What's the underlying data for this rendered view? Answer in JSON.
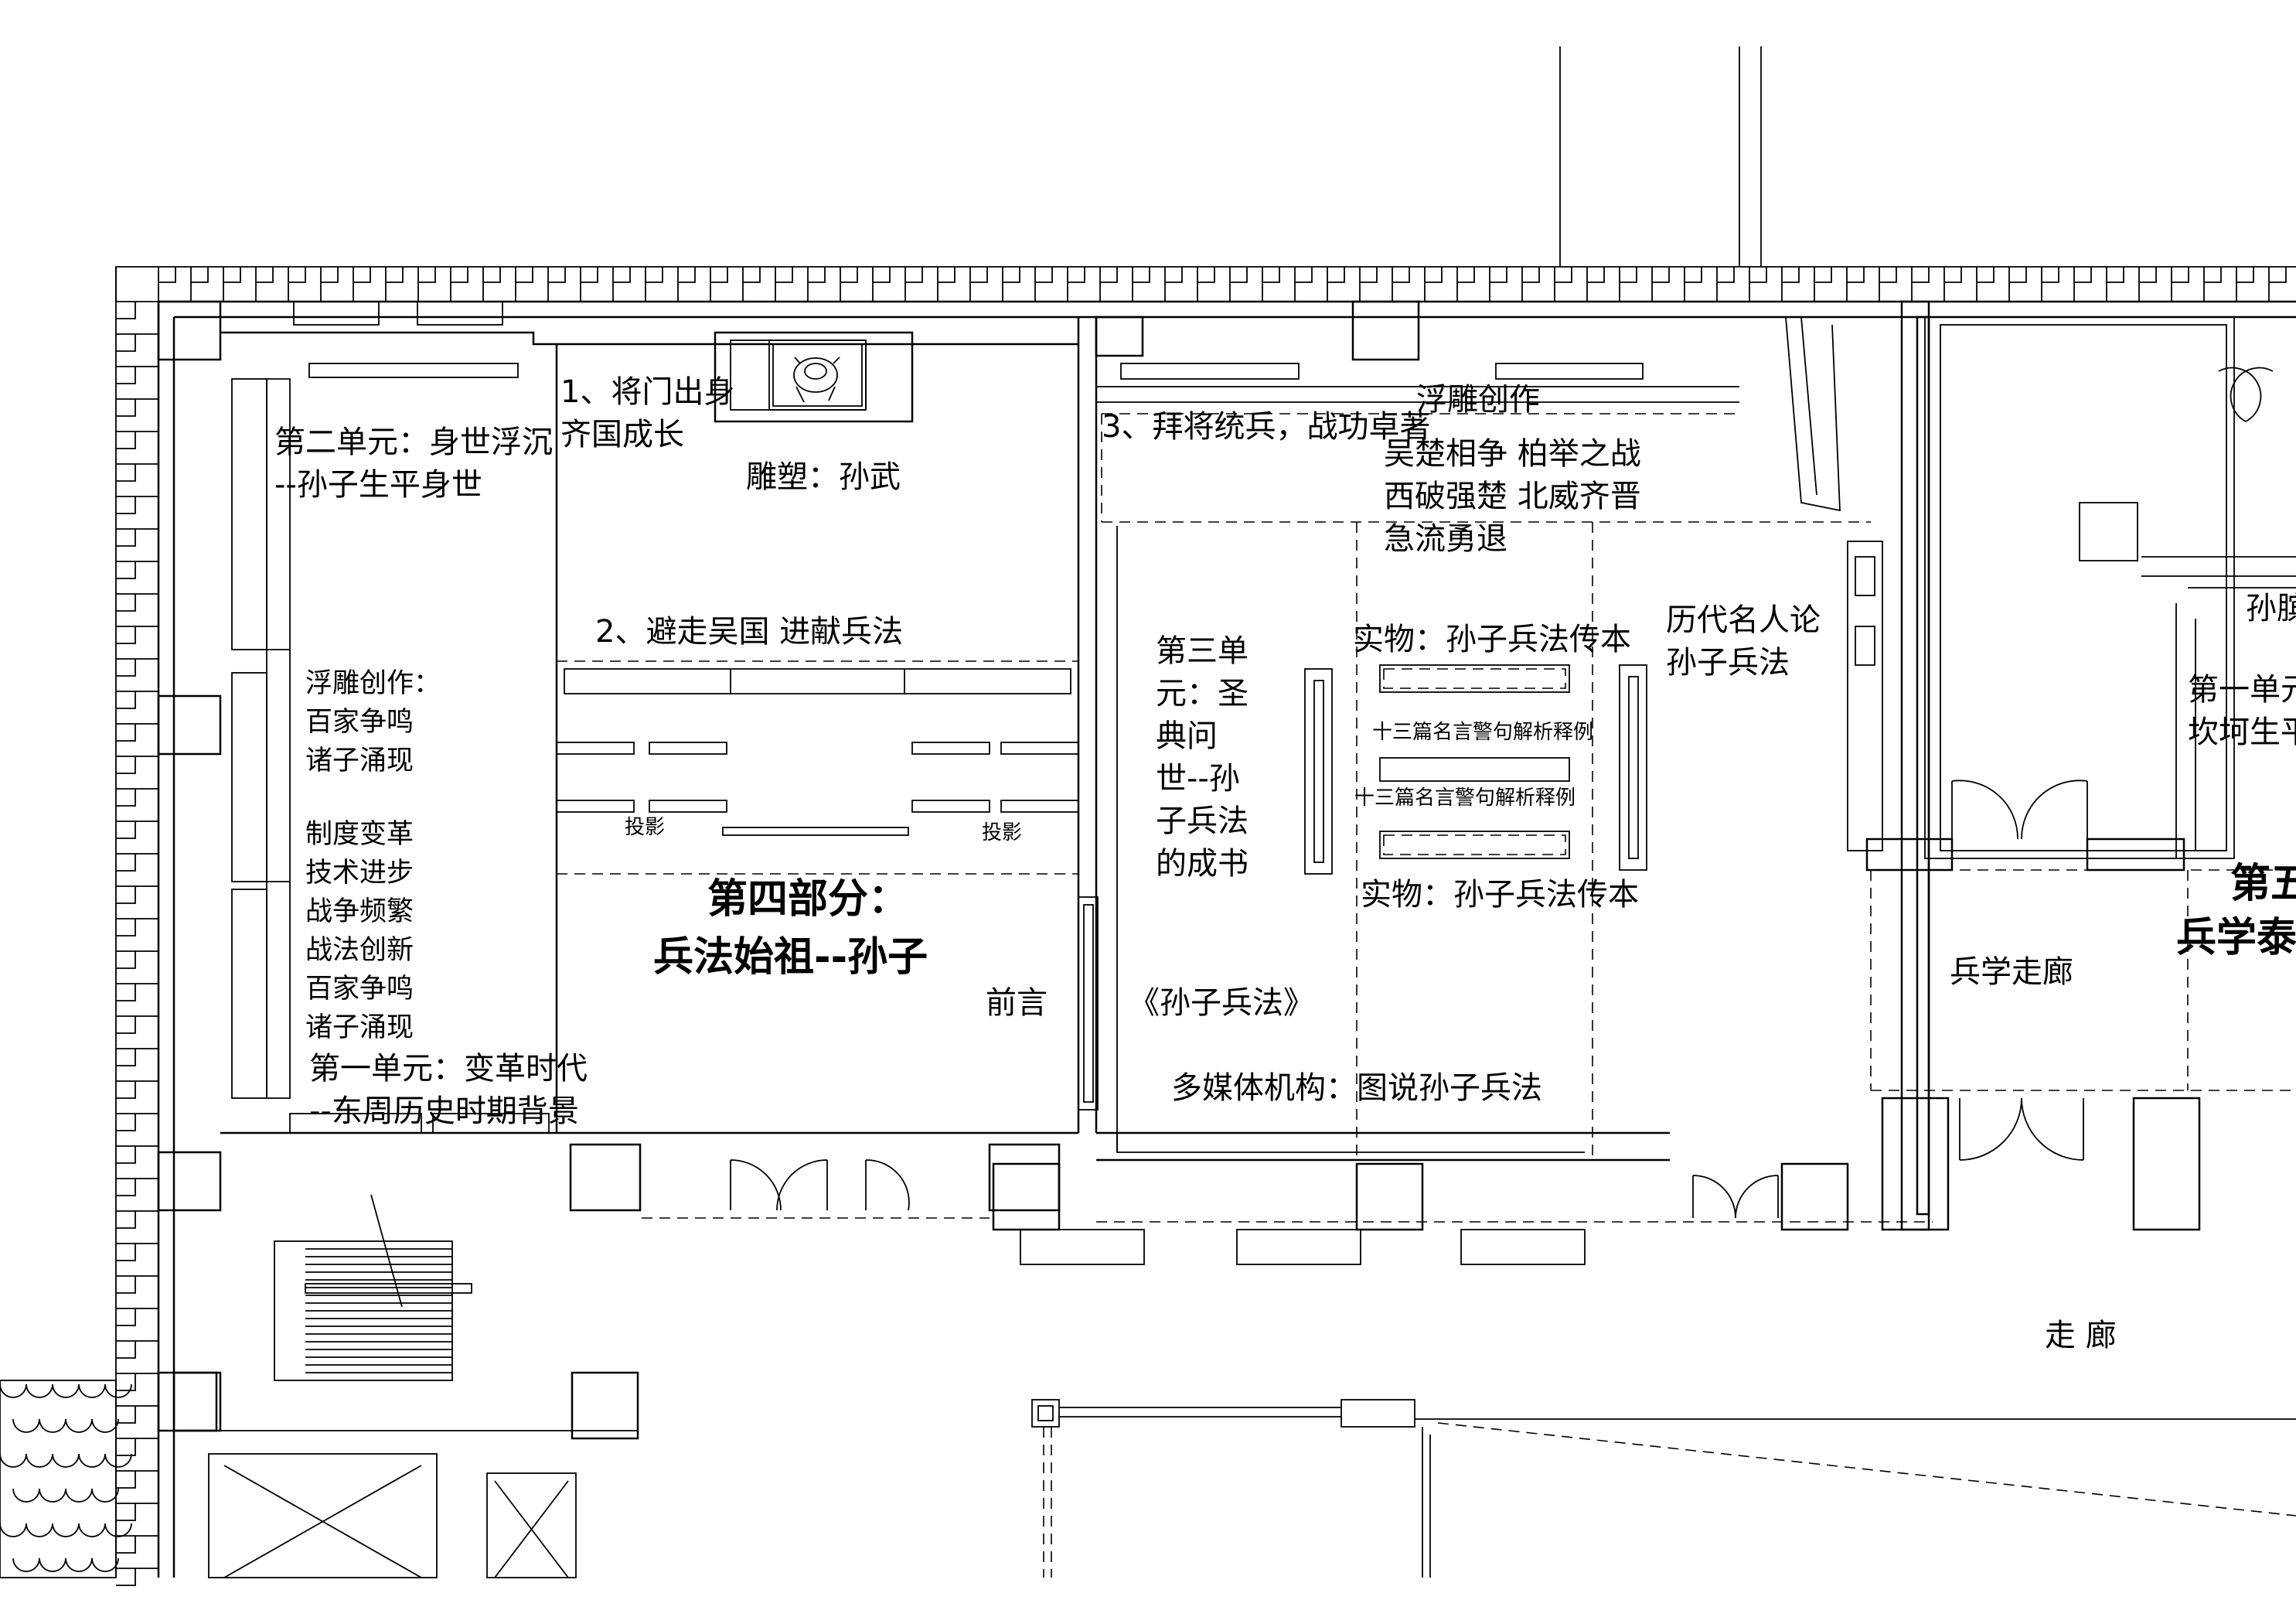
{
  "labels": {
    "unit2_title": "第二单元：身世浮沉",
    "unit2_sub": "--孙子生平身世",
    "sec1_line1": "1、将门出身",
    "sec1_line2": "齐国成长",
    "statue": "雕塑：孙武",
    "sec3": "3、拜将统兵，战功卓著",
    "relief_top": "浮雕创作",
    "battle_line1": "吴楚相争 柏举之战",
    "battle_line2": "西破强楚 北威齐晋",
    "battle_line3": "急流勇退",
    "sec2": "2、避走吴国 进献兵法",
    "relief_left_title": "浮雕创作：",
    "relief_left_l1": "百家争鸣",
    "relief_left_l2": "诸子涌现",
    "list_l1": "制度变革",
    "list_l2": "技术进步",
    "list_l3": "战争频繁",
    "list_l4": "战法创新",
    "list_l5": "百家争鸣",
    "list_l6": "诸子涌现",
    "unit1_title": "第一单元：变革时代",
    "unit1_sub": "--东周历史时期背景",
    "projection_left": "投影",
    "projection_right": "投影",
    "part4_line1": "第四部分：",
    "part4_line2": "兵法始祖--孙子",
    "preface": "前言",
    "unit3_l1": "第三单",
    "unit3_l2": "元：圣",
    "unit3_l3": "典问",
    "unit3_l4": "世--孙",
    "unit3_l5": "子兵法",
    "unit3_l6": "的成书",
    "artifact_top": "实物：孙子兵法传本",
    "thirteen_a": "十三篇名言警句解析释例",
    "thirteen_b": "十三篇名言警句解析释例",
    "artifact_bottom": "实物：孙子兵法传本",
    "book": "《孙子兵法》",
    "multimedia": "多媒体机构：图说孙子兵法",
    "famous_l1": "历代名人论",
    "famous_l2": "孙子兵法",
    "sunbin": "孙膑",
    "right_unit1_l1": "第一单元",
    "right_unit1_l2": "坎坷生平",
    "part5_l1": "第五",
    "part5_l2": "兵学泰",
    "military_corridor": "兵学走廊",
    "corridor": "走 廊"
  }
}
